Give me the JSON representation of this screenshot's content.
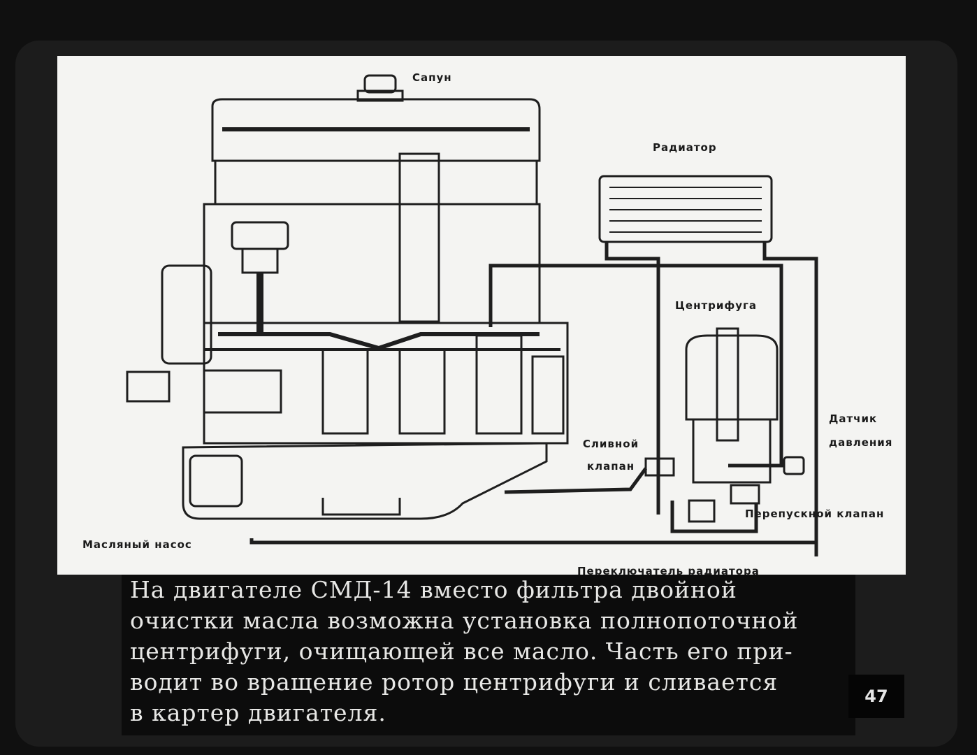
{
  "diagram": {
    "labels": {
      "breather": "Сапун",
      "radiator": "Радиатор",
      "centrifuge": "Центрифуга",
      "pressure_sensor_line1": "Датчик",
      "pressure_sensor_line2": "давления",
      "drain_valve_line1": "Сливной",
      "drain_valve_line2": "клапан",
      "bypass_valve": "Перепускной клапан",
      "oil_pump": "Масляный насос",
      "radiator_switch": "Переключатель радиатора"
    }
  },
  "caption": {
    "line1": "На двигателе СМД-14 вместо фильтра двойной",
    "line2": "очистки масла возможна установка полнопоточной",
    "line3": "центрифуги, очищающей все масло. Часть его при-",
    "line4": "водит во вращение ротор центрифуги и сливается",
    "line5": "в картер двигателя."
  },
  "page_number": "47"
}
